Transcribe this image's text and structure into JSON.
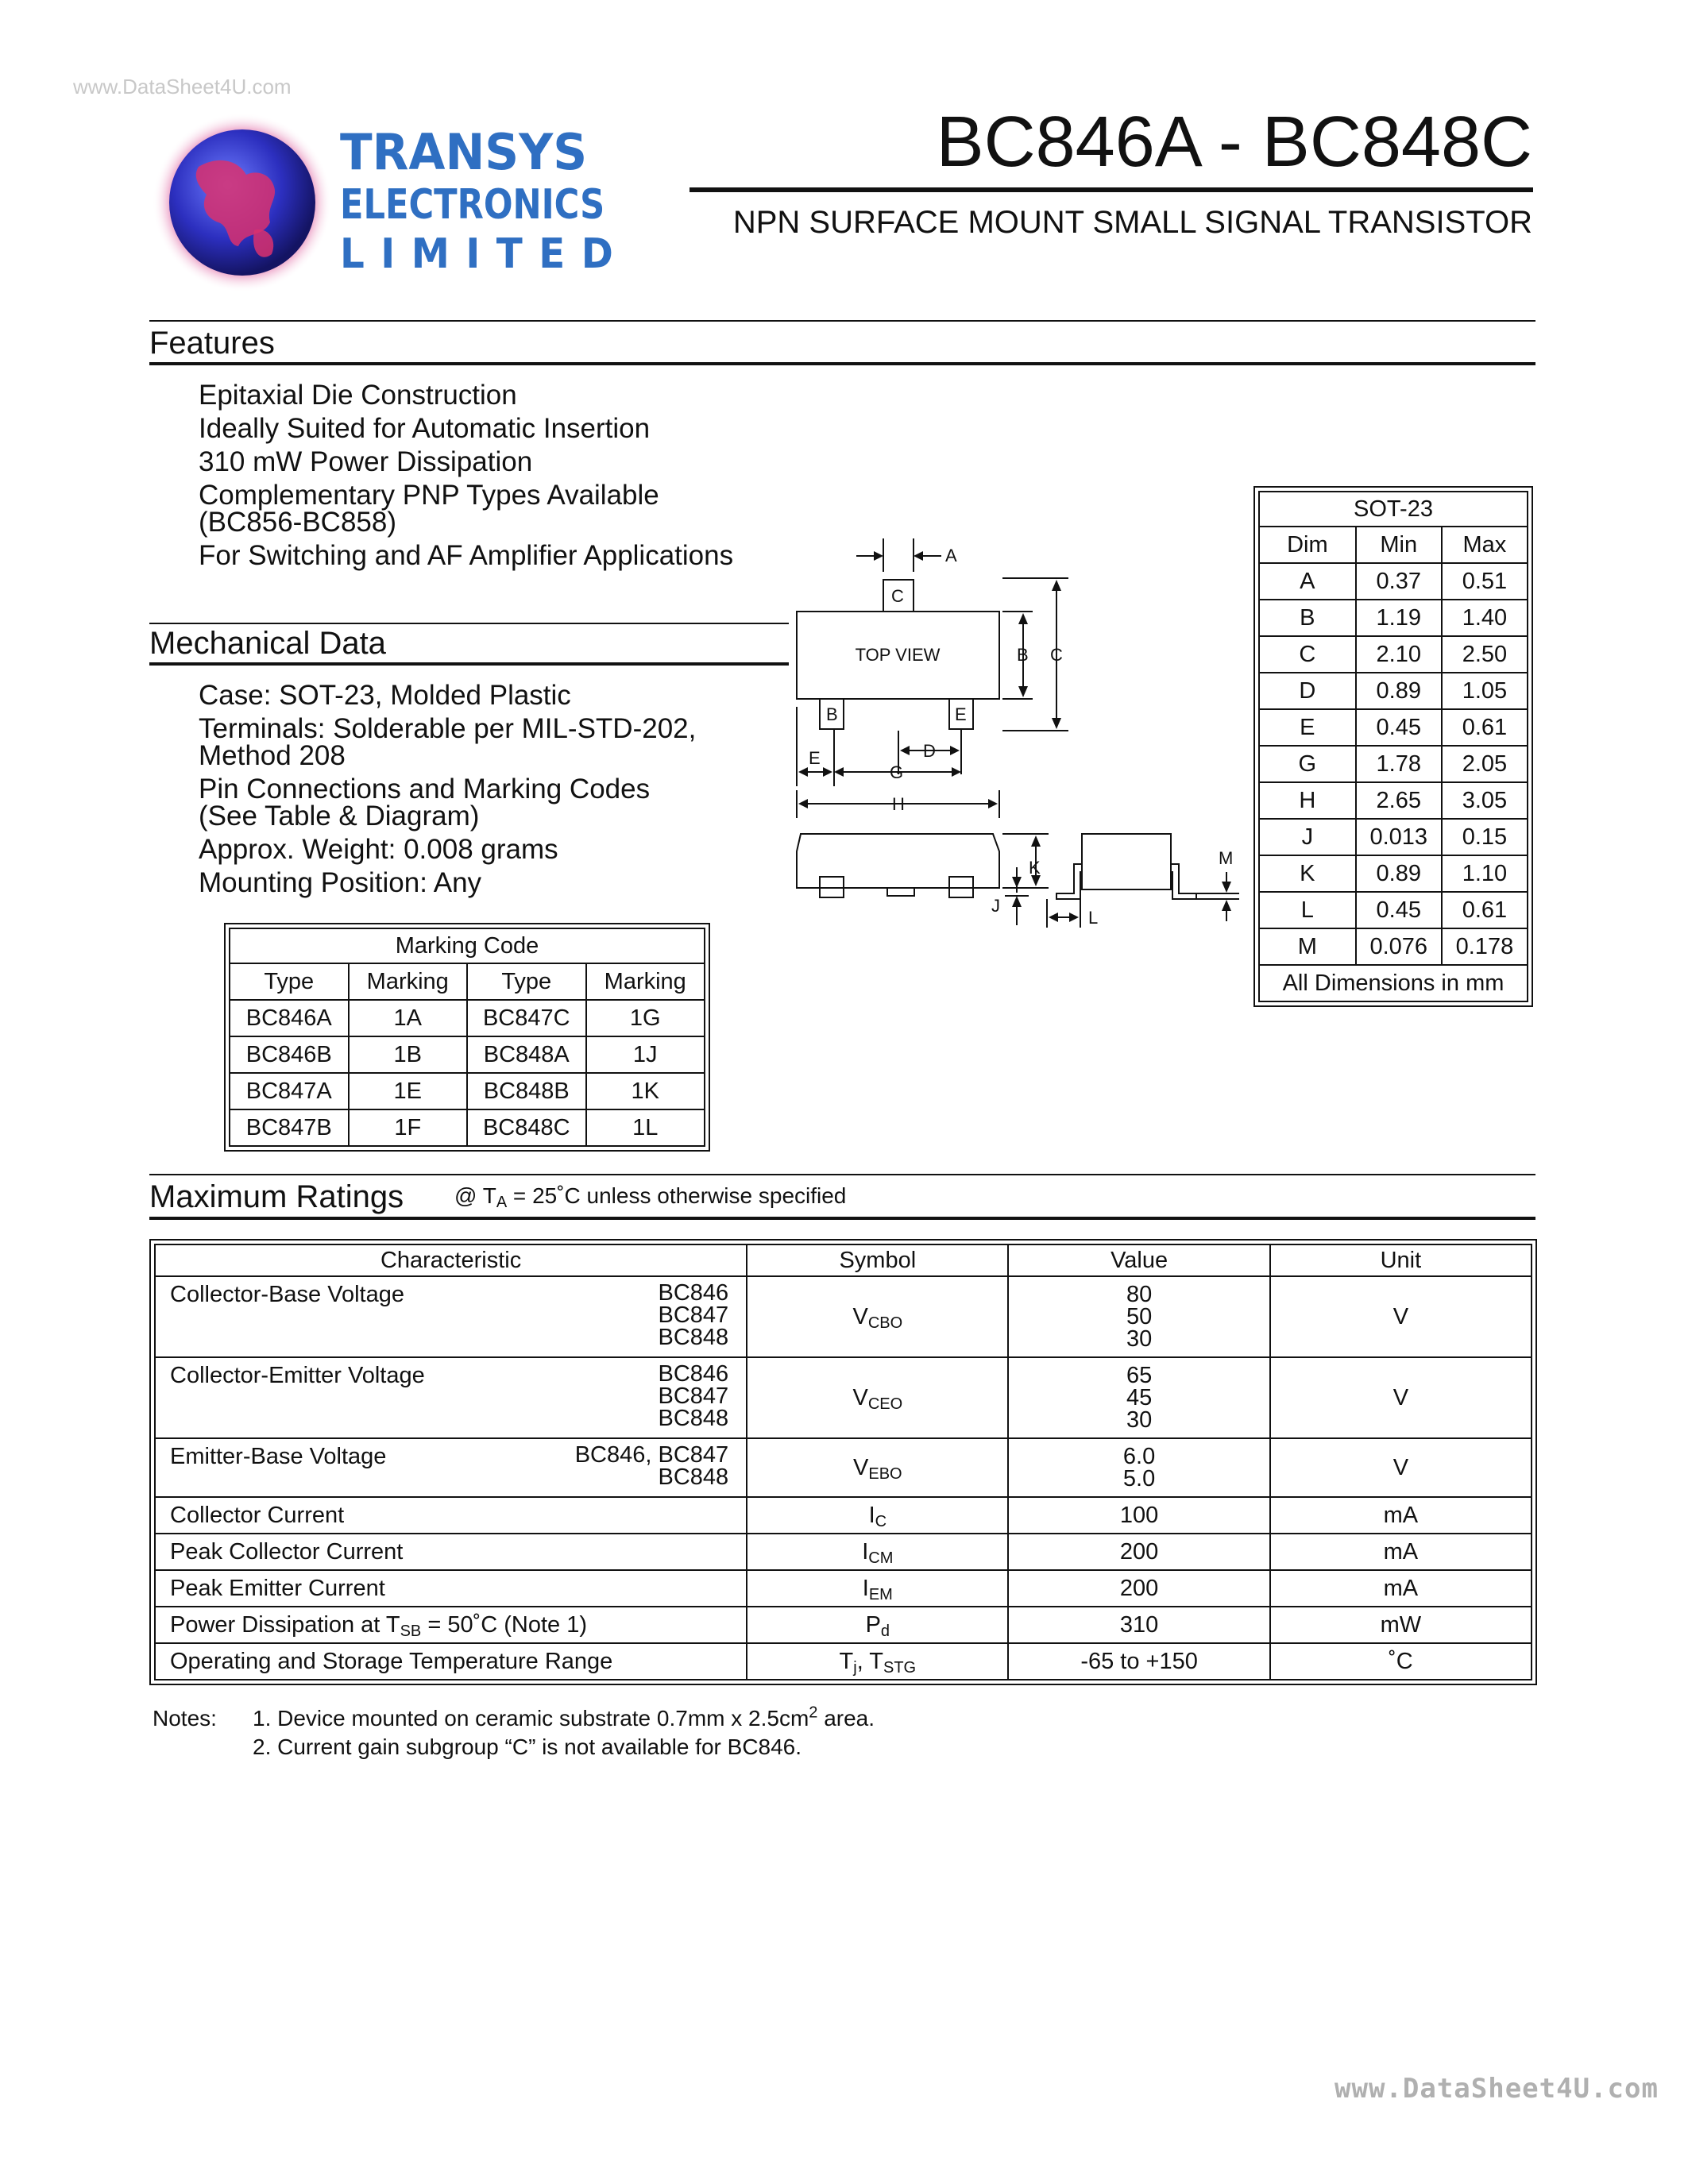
{
  "watermark_top": "www.DataSheet4U.com",
  "watermark_bottom": "www.DataSheet4U.com",
  "logo": {
    "line1": "TRANSYS",
    "line2": "ELECTRONICS",
    "line3": "LIMITED"
  },
  "part_title": "BC846A - BC848C",
  "subtitle": "NPN SURFACE MOUNT SMALL SIGNAL TRANSISTOR",
  "features": {
    "title": "Features",
    "items": [
      "Epitaxial Die Construction",
      "Ideally Suited for Automatic Insertion",
      "310 mW Power Dissipation",
      "Complementary PNP Types Available",
      "(BC856-BC858)",
      "For Switching and AF Amplifier Applications"
    ]
  },
  "mechanical": {
    "title": "Mechanical Data",
    "items": [
      "Case: SOT-23, Molded Plastic",
      "Terminals: Solderable per MIL-STD-202,",
      "Method 208",
      "Pin Connections and Marking Codes",
      "(See Table & Diagram)",
      "Approx. Weight: 0.008 grams",
      "Mounting Position: Any"
    ]
  },
  "diagram": {
    "top_view": "TOP VIEW",
    "labels": {
      "A": "A",
      "B": "B",
      "C": "C",
      "D": "D",
      "E": "E",
      "G": "G",
      "H": "H",
      "J": "J",
      "K": "K",
      "L": "L",
      "M": "M"
    }
  },
  "sot23": {
    "title": "SOT-23",
    "headers": [
      "Dim",
      "Min",
      "Max"
    ],
    "rows": [
      [
        "A",
        "0.37",
        "0.51"
      ],
      [
        "B",
        "1.19",
        "1.40"
      ],
      [
        "C",
        "2.10",
        "2.50"
      ],
      [
        "D",
        "0.89",
        "1.05"
      ],
      [
        "E",
        "0.45",
        "0.61"
      ],
      [
        "G",
        "1.78",
        "2.05"
      ],
      [
        "H",
        "2.65",
        "3.05"
      ],
      [
        "J",
        "0.013",
        "0.15"
      ],
      [
        "K",
        "0.89",
        "1.10"
      ],
      [
        "L",
        "0.45",
        "0.61"
      ],
      [
        "M",
        "0.076",
        "0.178"
      ]
    ],
    "footer": "All Dimensions in mm"
  },
  "marking": {
    "title": "Marking Code",
    "headers": [
      "Type",
      "Marking",
      "Type",
      "Marking"
    ],
    "rows": [
      [
        "BC846A",
        "1A",
        "BC847C",
        "1G"
      ],
      [
        "BC846B",
        "1B",
        "BC848A",
        "1J"
      ],
      [
        "BC847A",
        "1E",
        "BC848B",
        "1K"
      ],
      [
        "BC847B",
        "1F",
        "BC848C",
        "1L"
      ]
    ]
  },
  "ratings": {
    "title": "Maximum Ratings",
    "condition_prefix": "@ T",
    "condition_sub": "A",
    "condition_suffix": " = 25˚C unless otherwise specified",
    "headers": [
      "Characteristic",
      "Symbol",
      "Value",
      "Unit"
    ],
    "vcbo": {
      "name": "Collector-Base Voltage",
      "variants": [
        "BC846",
        "BC847",
        "BC848"
      ],
      "sym": "V",
      "sym_sub": "CBO",
      "values": [
        "80",
        "50",
        "30"
      ],
      "unit": "V"
    },
    "vceo": {
      "name": "Collector-Emitter Voltage",
      "variants": [
        "BC846",
        "BC847",
        "BC848"
      ],
      "sym": "V",
      "sym_sub": "CEO",
      "values": [
        "65",
        "45",
        "30"
      ],
      "unit": "V"
    },
    "vebo": {
      "name": "Emitter-Base Voltage",
      "variants": [
        "BC846, BC847",
        "BC848"
      ],
      "sym": "V",
      "sym_sub": "EBO",
      "values": [
        "6.0",
        "5.0"
      ],
      "unit": "V"
    },
    "ic": {
      "name": "Collector Current",
      "sym": "I",
      "sym_sub": "C",
      "value": "100",
      "unit": "mA"
    },
    "icm": {
      "name": "Peak Collector Current",
      "sym": "I",
      "sym_sub": "CM",
      "value": "200",
      "unit": "mA"
    },
    "iem": {
      "name": "Peak Emitter Current",
      "sym": "I",
      "sym_sub": "EM",
      "value": "200",
      "unit": "mA"
    },
    "pd": {
      "name_prefix": "Power Dissipation at T",
      "name_sub": "SB",
      "name_suffix": " = 50˚C (Note 1)",
      "sym": "P",
      "sym_sub": "d",
      "value": "310",
      "unit": "mW"
    },
    "tj": {
      "name": "Operating and Storage Temperature Range",
      "sym": "T",
      "sym_sub": "j",
      "sym_mid": ", T",
      "sym_sub2": "STG",
      "value": "-65 to +150",
      "unit": "˚C"
    }
  },
  "notes": {
    "label": "Notes:",
    "n1_prefix": "1. Device mounted on ceramic substrate 0.7mm x 2.5cm",
    "n1_sup": "2",
    "n1_suffix": " area.",
    "n2": "2. Current gain subgroup “C” is not available for BC846."
  }
}
